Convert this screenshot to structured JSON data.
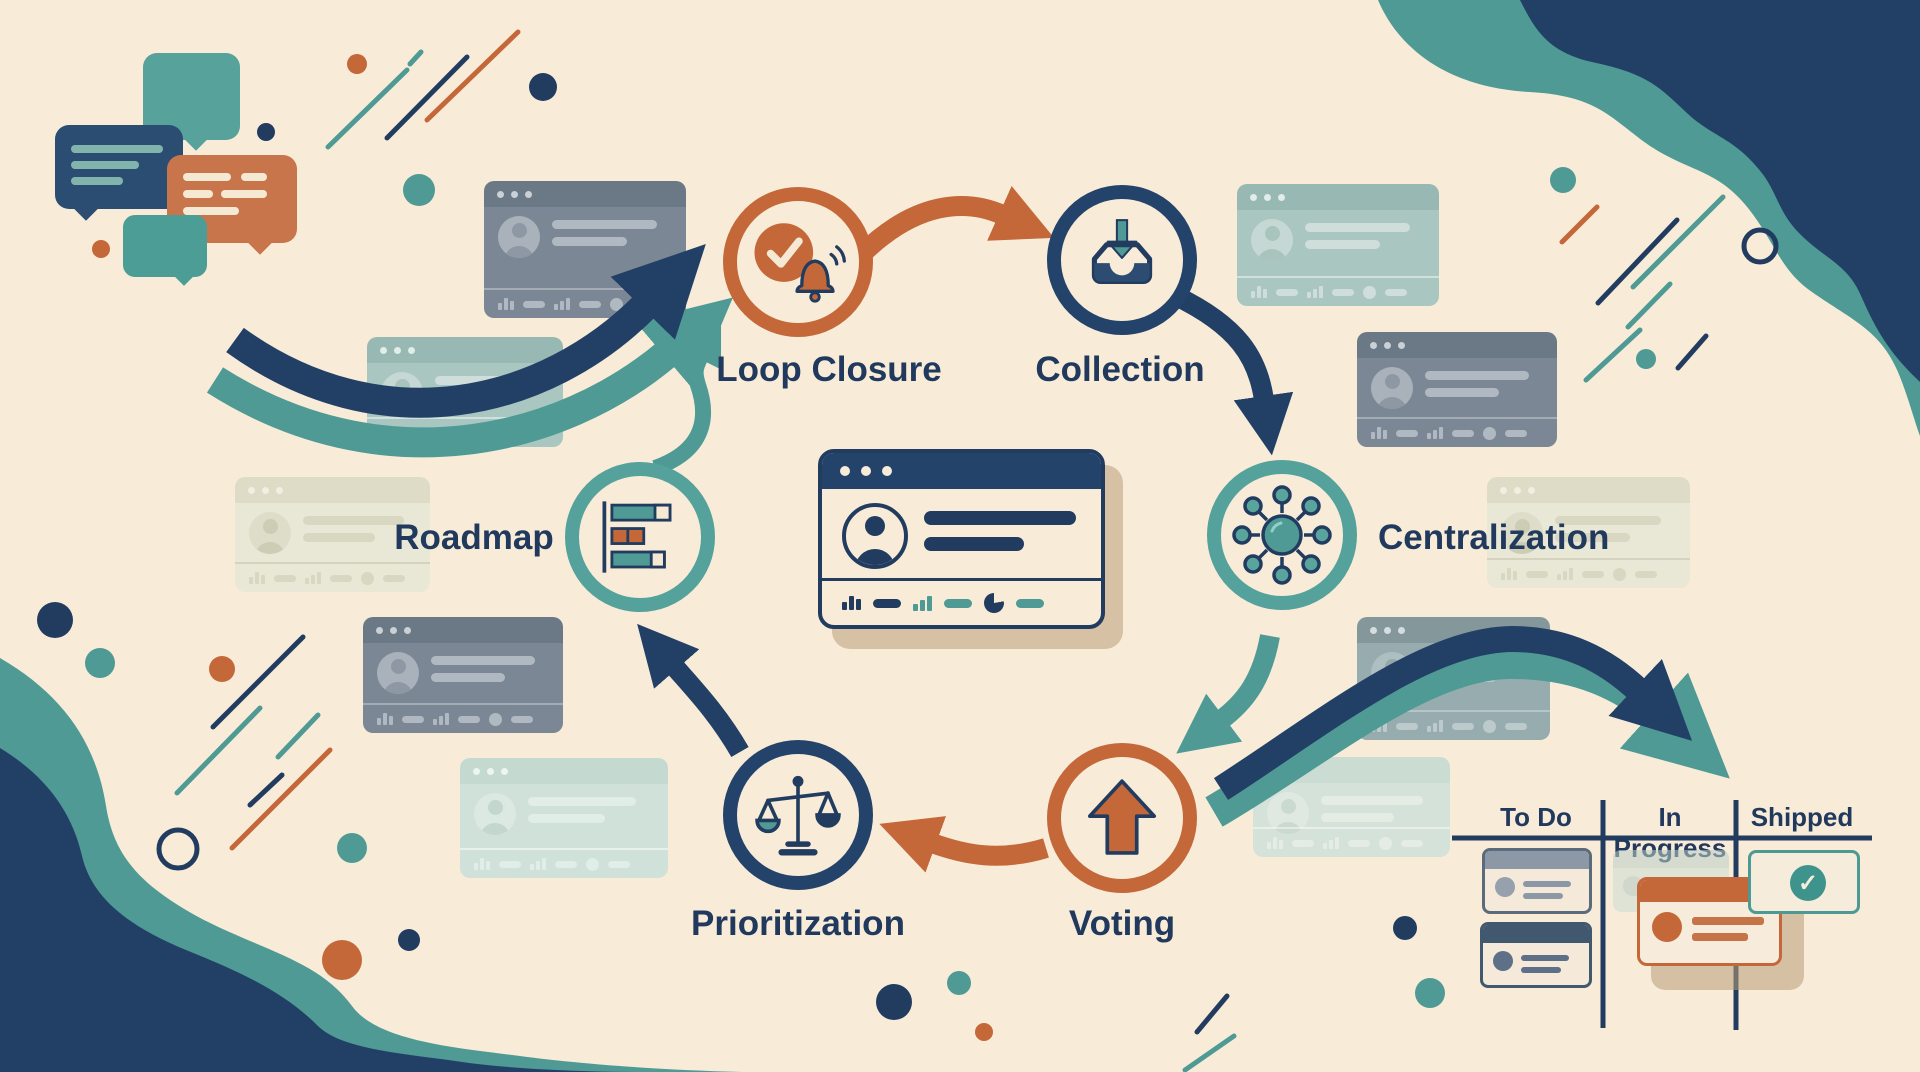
{
  "diagram": {
    "nodes": [
      {
        "id": "loop-closure",
        "label": "Loop Closure",
        "icon": "check-bell-icon",
        "ring_color": "#c4683a"
      },
      {
        "id": "collection",
        "label": "Collection",
        "icon": "inbox-download-icon",
        "ring_color": "#24436b"
      },
      {
        "id": "centralization",
        "label": "Centralization",
        "icon": "hub-network-icon",
        "ring_color": "#55a19b"
      },
      {
        "id": "voting",
        "label": "Voting",
        "icon": "upvote-arrow-icon",
        "ring_color": "#c4683a"
      },
      {
        "id": "prioritization",
        "label": "Prioritization",
        "icon": "balance-scale-icon",
        "ring_color": "#24436b"
      },
      {
        "id": "roadmap",
        "label": "Roadmap",
        "icon": "gantt-bars-icon",
        "ring_color": "#55a19b"
      }
    ],
    "kanban": {
      "columns": [
        {
          "label": "To Do"
        },
        {
          "label": "In Progress"
        },
        {
          "label": "Shipped"
        }
      ]
    },
    "colors": {
      "navy": "#223c60",
      "teal": "#4f9a94",
      "orange": "#c4683a",
      "cream": "#f8ecd9",
      "slate": "#7b8795"
    }
  }
}
